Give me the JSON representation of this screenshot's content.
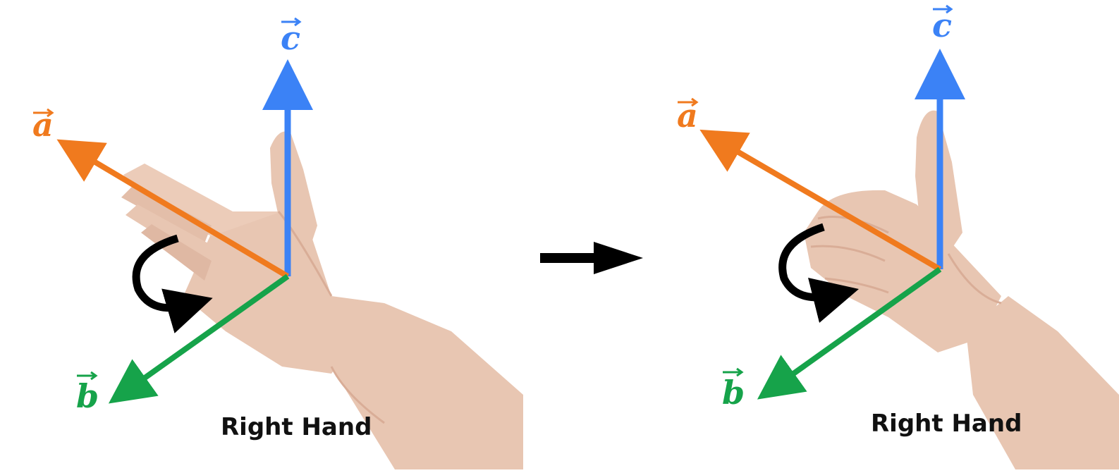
{
  "panels": [
    {
      "caption": "Right Hand",
      "hand_pose": "open-hand",
      "vectors": [
        {
          "symbol": "a",
          "color": "#f07a1e"
        },
        {
          "symbol": "b",
          "color": "#16a34a"
        },
        {
          "symbol": "c",
          "color": "#3b82f6"
        }
      ]
    },
    {
      "caption": "Right Hand",
      "hand_pose": "curled-fist",
      "vectors": [
        {
          "symbol": "a",
          "color": "#f07a1e"
        },
        {
          "symbol": "b",
          "color": "#16a34a"
        },
        {
          "symbol": "c",
          "color": "#3b82f6"
        }
      ]
    }
  ],
  "transition_arrow": {
    "icon": "right-arrow-icon",
    "color": "#000000"
  },
  "rotation_arrow": {
    "icon": "curved-rotation-arrow-icon",
    "color": "#000000"
  },
  "colors": {
    "skin": "#e8c6b2",
    "skin_shadow": "#d9ad97"
  }
}
